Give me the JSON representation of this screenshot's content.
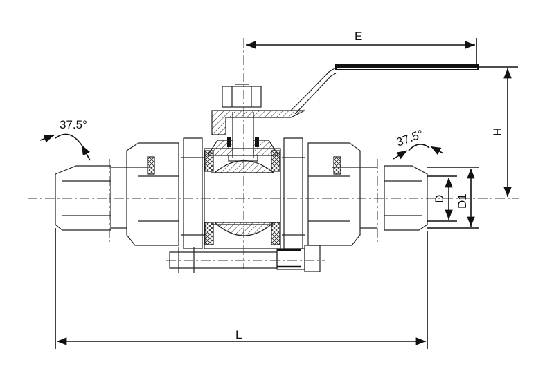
{
  "drawing": {
    "title": "Three-piece ball valve with union ends",
    "dimensions": {
      "E": "E",
      "H": "H",
      "D": "D",
      "D1": "D1",
      "L": "L",
      "angle_left": "37.5°",
      "angle_right": "37.5°"
    },
    "colors": {
      "line": "#222222",
      "background": "#ffffff"
    }
  }
}
